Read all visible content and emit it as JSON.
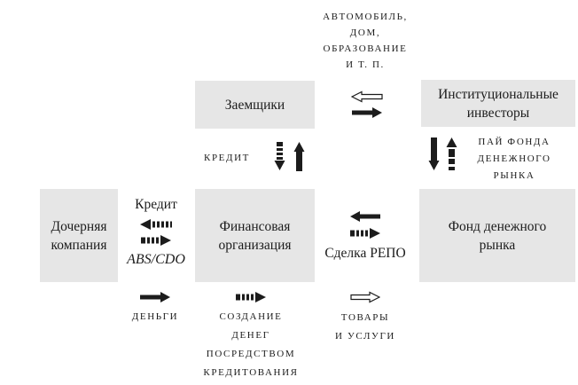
{
  "colors": {
    "background": "#ffffff",
    "box_background": "#e6e6e6",
    "ink": "#1c1c1c"
  },
  "top_label": {
    "lines": [
      "АВТОМОБИЛЬ,",
      "ДОМ,",
      "ОБРАЗОВАНИЕ",
      "И Т. П."
    ]
  },
  "boxes": {
    "borrowers": {
      "label": "Заемщики"
    },
    "institutional_investors": {
      "lines": [
        "Институциональные",
        "инвесторы"
      ]
    },
    "subsidiary": {
      "lines": [
        "Дочерняя",
        "компания"
      ]
    },
    "financial_org": {
      "lines": [
        "Финансовая",
        "организация"
      ]
    },
    "money_market_fund": {
      "lines": [
        "Фонд денежного",
        "рынка"
      ]
    }
  },
  "flows": {
    "credit_top": {
      "label": "КРЕДИТ"
    },
    "mmf_share": {
      "lines": [
        "ПАЙ ФОНДА",
        "ДЕНЕЖНОГО",
        "РЫНКА"
      ]
    },
    "credit_abs": {
      "title": "Кредит",
      "subtitle": "ABS/CDO"
    },
    "repo": {
      "label": "Сделка РЕПО"
    },
    "money": {
      "label": "ДЕНЬГИ"
    },
    "money_creation": {
      "lines": [
        "СОЗДАНИЕ",
        "ДЕНЕГ",
        "ПОСРЕДСТВОМ",
        "КРЕДИТОВАНИЯ"
      ]
    },
    "goods": {
      "lines": [
        "ТОВАРЫ",
        "И УСЛУГИ"
      ]
    }
  },
  "icons": {
    "arrow_left_outline": "hollow block arrow pointing left",
    "arrow_right_outline": "hollow block arrow pointing right",
    "arrow_right_solid": "solid arrow pointing right",
    "arrow_left_solid": "solid arrow pointing left",
    "arrow_up_solid": "solid arrow pointing up",
    "arrow_down_solid": "solid arrow pointing down",
    "arrow_left_dashed": "dashed arrow pointing left",
    "arrow_right_dashed": "dashed arrow pointing right",
    "arrow_up_dashed": "dashed arrow pointing up",
    "arrow_down_dashed": "dashed arrow pointing down"
  }
}
